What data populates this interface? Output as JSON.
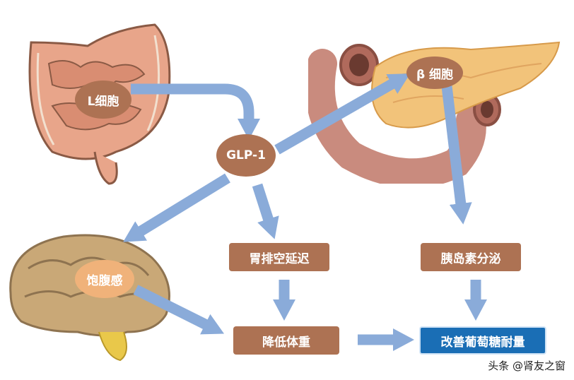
{
  "colors": {
    "node": "#ad7253",
    "arrow": "#8aabd9",
    "result": "#1a6eb5"
  },
  "nodes": {
    "l_cell": "L细胞",
    "glp1": "GLP-1",
    "beta_cell": "β 细胞",
    "satiety": "饱腹感",
    "gastric_delay": "胃排空延迟",
    "insulin_secretion": "胰岛素分泌",
    "weight_loss": "降低体重",
    "glucose_tolerance": "改善葡萄糖耐量"
  },
  "organs": [
    "intestine-illustration",
    "pancreas-illustration",
    "brain-illustration"
  ],
  "footer": "头条 @肾友之窗"
}
